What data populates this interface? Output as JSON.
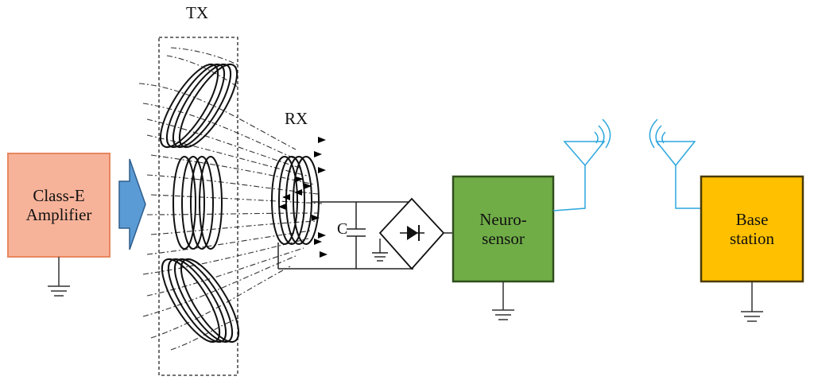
{
  "labels": {
    "tx": "TX",
    "rx": "RX",
    "capacitor": "C"
  },
  "blocks": {
    "amplifier": {
      "line1": "Class-E",
      "line2": "Amplifier"
    },
    "neurosensor": {
      "line1": "Neuro-",
      "line2": "sensor"
    },
    "base_station": {
      "line1": "Base",
      "line2": "station"
    }
  },
  "colors": {
    "amplifier_fill": "#F7B39A",
    "amplifier_border": "#E8865F",
    "arrow_fill": "#5B9BD5",
    "arrow_border": "#2E5E8C",
    "neurosensor_fill": "#70AD47",
    "neurosensor_border": "#2F4F1E",
    "base_station_fill": "#FFC000",
    "base_station_border": "#4A3A00",
    "antenna": "#2CA7DE"
  },
  "icons": [
    "ground-icon",
    "antenna-icon",
    "diode-bridge-icon",
    "capacitor-icon",
    "coil-icon"
  ]
}
